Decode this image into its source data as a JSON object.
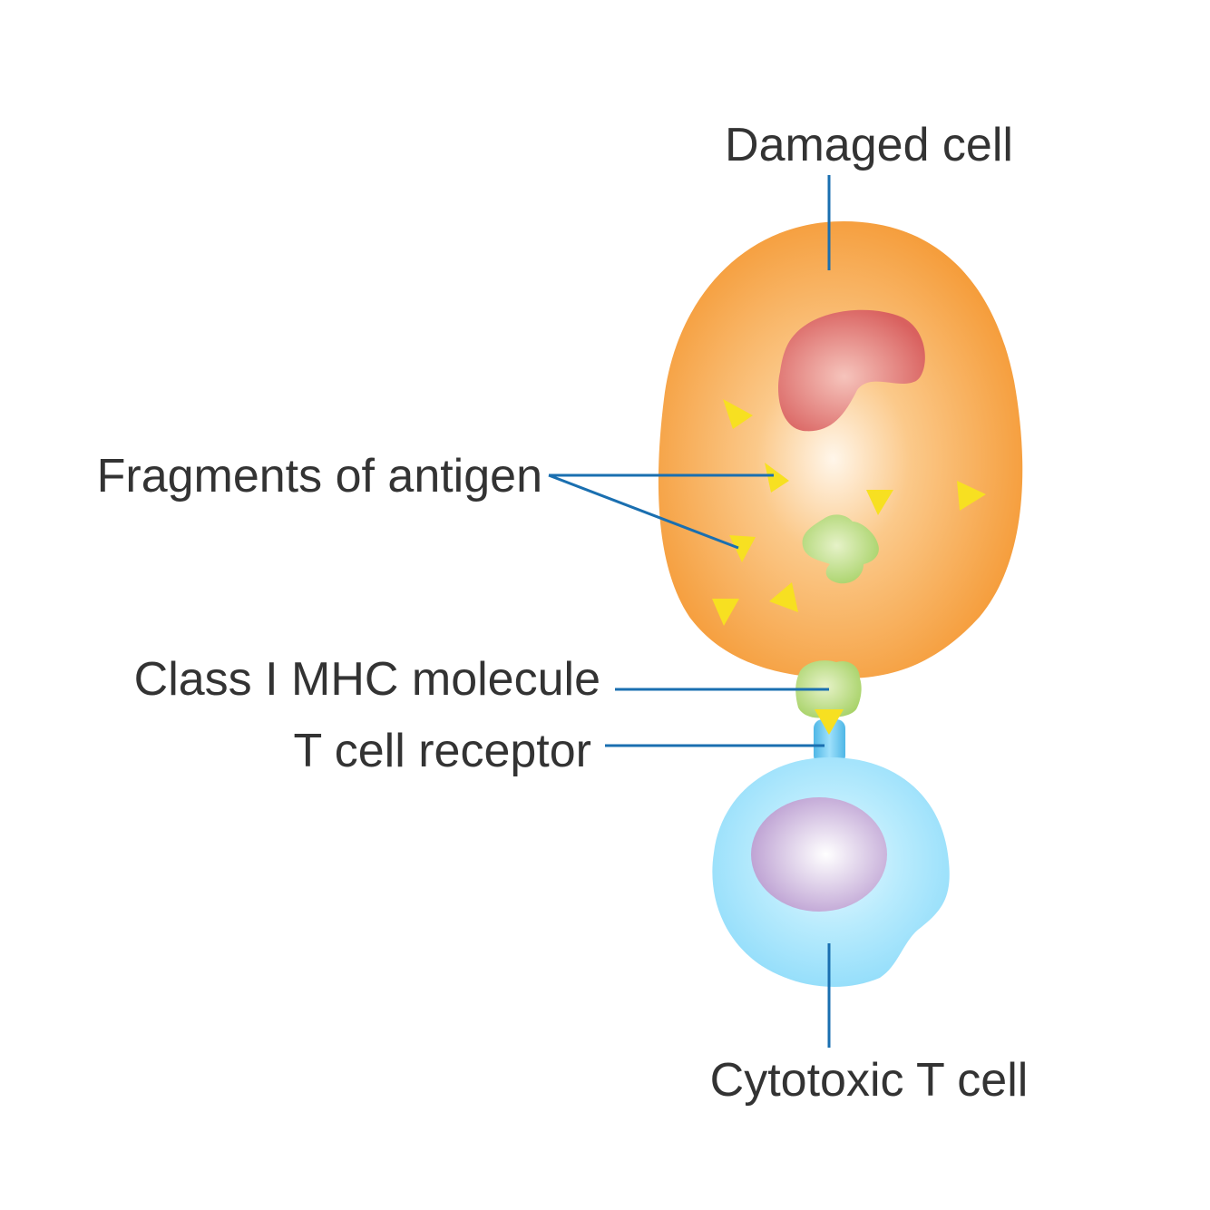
{
  "labels": {
    "damaged_cell": "Damaged cell",
    "fragments_of_antigen": "Fragments of antigen",
    "class_i_mhc": "Class I MHC molecule",
    "t_cell_receptor": "T cell receptor",
    "cytotoxic_t_cell": "Cytotoxic T cell"
  },
  "colors": {
    "damaged_cell": "#f4952d",
    "damaged_cell_center": "#fff6ea",
    "nucleus_damaged": "#d9615f",
    "antigen_fragment": "#f7e021",
    "mhc_molecule": "#a9d36a",
    "t_cell": "#8fdcfa",
    "t_cell_nucleus": "#b99bd0",
    "receptor": "#62c6ee",
    "leader_line": "#1a6fb0",
    "text": "#333333"
  }
}
